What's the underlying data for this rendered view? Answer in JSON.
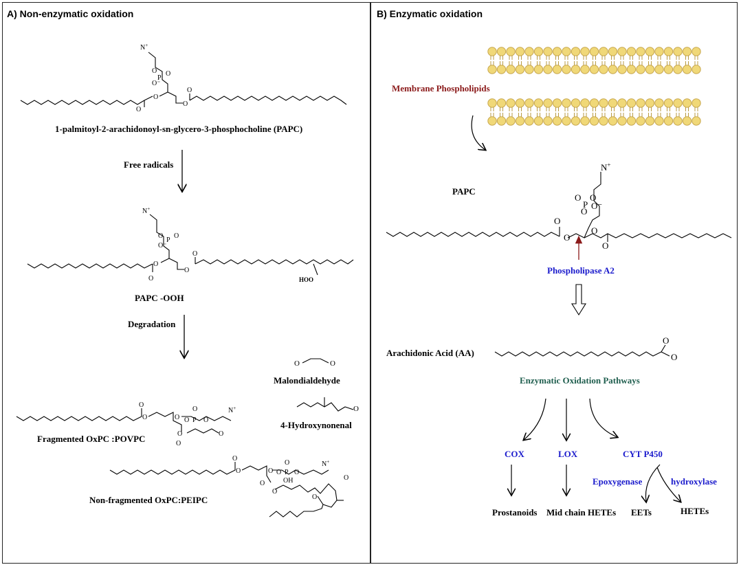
{
  "panel_a": {
    "title": "A) Non-enzymatic oxidation",
    "papc_name": "1-palmitoyl-2-arachidonoyl-sn-glycero-3-phosphocholine (PAPC)",
    "free_radicals": "Free radicals",
    "papc_ooh": "PAPC -OOH",
    "hoo": "HOO",
    "degradation": "Degradation",
    "malondialdehyde": "Malondialdehyde",
    "hydroxynonenal": "4-Hydroxynonenal",
    "fragmented": "Fragmented OxPC :POVPC",
    "nonfragmented": "Non-fragmented OxPC:PEIPC"
  },
  "panel_b": {
    "title": "B) Enzymatic oxidation",
    "membrane": "Membrane Phospholipids",
    "papc": "PAPC",
    "pla2": "Phospholipase A2",
    "aa": "Arachidonic Acid (AA)",
    "pathways": "Enzymatic Oxidation Pathways",
    "cox": "COX",
    "lox": "LOX",
    "cyp": "CYT P450",
    "epoxygenase": "Epoxygenase",
    "hydroxylase": "hydroxylase",
    "prostanoids": "Prostanoids",
    "mid_chain": "Mid chain HETEs",
    "eets": "EETs",
    "hetes": "HETEs"
  },
  "colors": {
    "blue": "#1a1acc",
    "red_label": "#8b1a1a",
    "green_label": "#1f5e4e",
    "lipid_head": "#f0d878",
    "pla2_arrow": "#8b1a1a"
  }
}
